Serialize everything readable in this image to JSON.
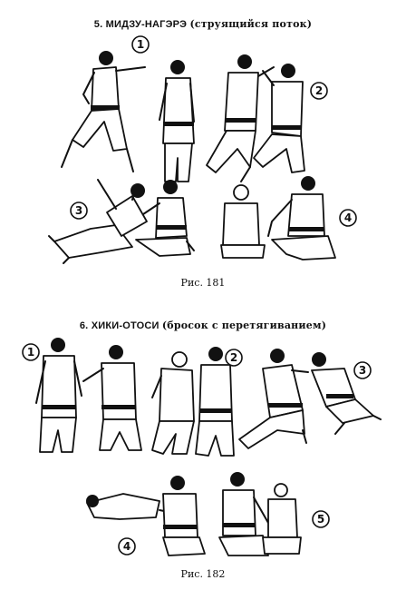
{
  "section1": {
    "heading_main": "5. МИДЗУ-НАГЭРЭ",
    "heading_sub": "(струящийся поток)",
    "step_numbers": [
      "1",
      "2",
      "3",
      "4"
    ],
    "caption": "Рис. 181"
  },
  "section2": {
    "heading_main": "6. ХИКИ-ОТОСИ",
    "heading_sub": "(бросок с перетягиванием)",
    "step_numbers": [
      "1",
      "2",
      "3",
      "4",
      "5"
    ],
    "caption": "Рис. 182"
  }
}
